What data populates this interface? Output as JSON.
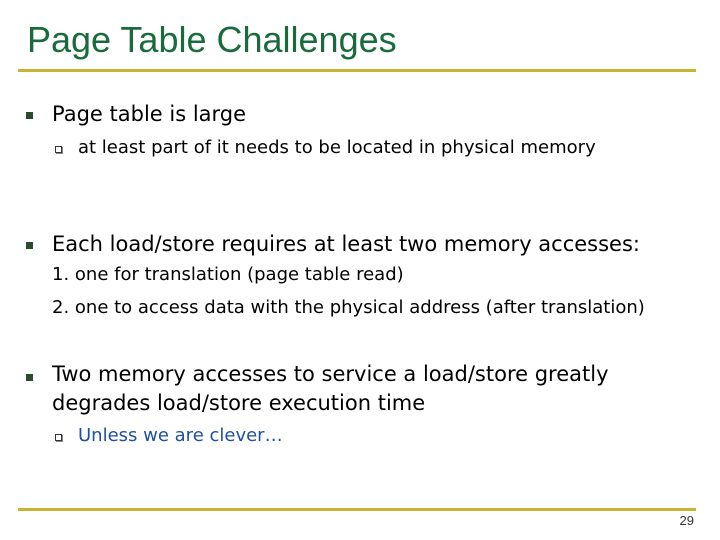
{
  "slide": {
    "title": "Page Table Challenges",
    "points": [
      {
        "text": "Page table is large",
        "sub": [
          "at least part of it needs to be located in physical memory"
        ]
      },
      {
        "text": "Each load/store requires at least two memory accesses:",
        "numbered": [
          "1. one for translation (page table read)",
          "2. one to access data with the physical address (after translation)"
        ]
      },
      {
        "lines": [
          "Two memory accesses to service a load/store greatly",
          "degrades load/store execution time"
        ],
        "sub": [
          "Unless we are clever…"
        ]
      }
    ],
    "page_number": "29"
  },
  "colors": {
    "title": "#1a6b3c",
    "rule": "#c8b332",
    "highlight_text": "#1f4fa0"
  }
}
